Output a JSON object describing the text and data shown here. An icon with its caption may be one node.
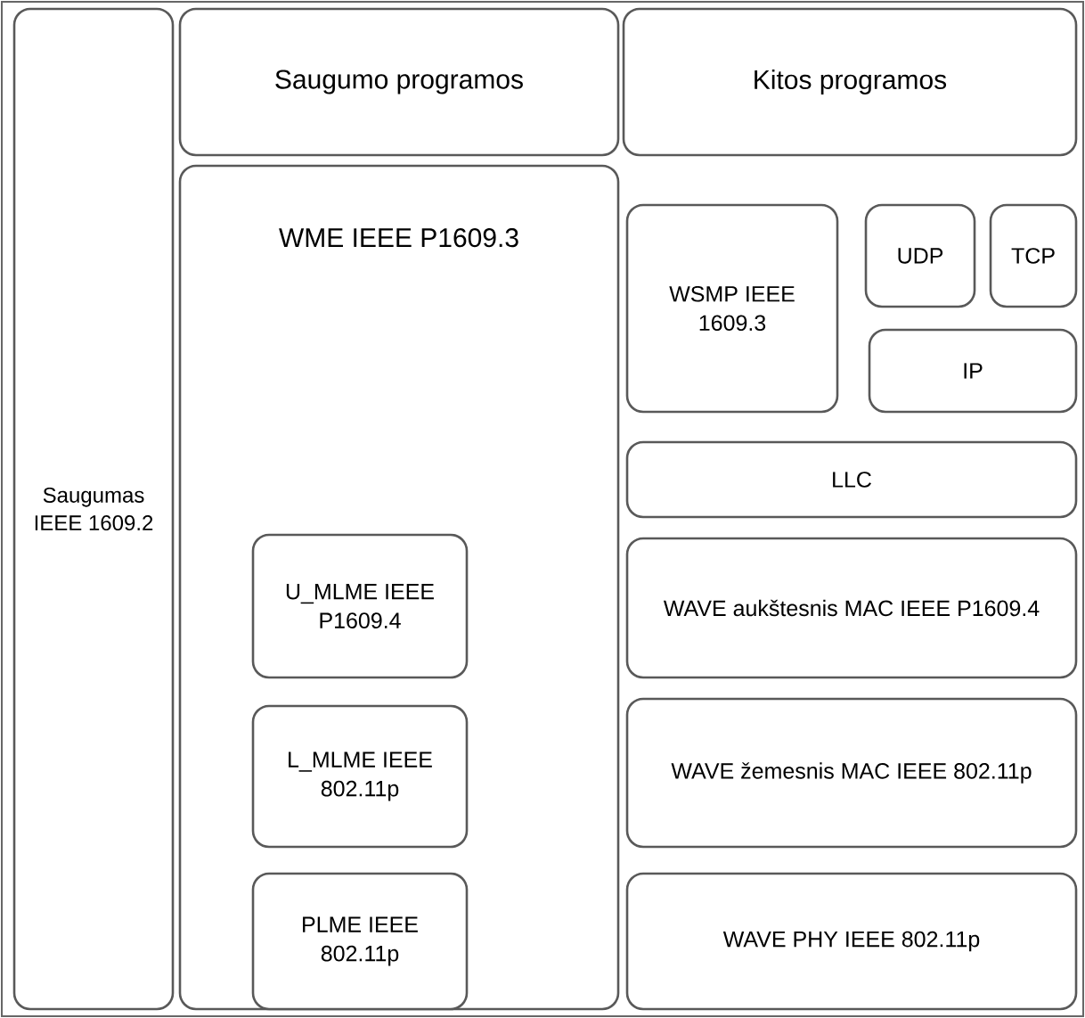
{
  "diagram": {
    "nodes": [
      {
        "text": [
          "Saugumas IEEE 1609.2"
        ]
      },
      {
        "text": [
          "Saugumo programos"
        ]
      },
      {
        "text": [
          "Kitos programos"
        ]
      },
      {
        "text": [
          "WME IEEE P1609.3"
        ]
      },
      {
        "text": [
          "U_MLME IEEE P1609.4"
        ],
        "in": 3
      },
      {
        "text": [
          "L_MLME IEEE 802.11p"
        ],
        "in": 3
      },
      {
        "text": [
          "PLME IEEE 802.11p"
        ],
        "in": 3
      },
      {
        "text": [
          "WSMP IEEE 1609.3"
        ]
      },
      {
        "text": [
          "UDP"
        ]
      },
      {
        "text": [
          "TCP"
        ]
      },
      {
        "text": [
          "IP"
        ]
      },
      {
        "text": [
          "LLC"
        ]
      },
      {
        "text": [
          "WAVE aukštesnis MAC IEEE P1609.4"
        ]
      },
      {
        "text": [
          "WAVE žemesnis MAC IEEE 802.11p"
        ]
      },
      {
        "text": [
          "WAVE PHY IEEE 802.11p"
        ]
      }
    ]
  }
}
